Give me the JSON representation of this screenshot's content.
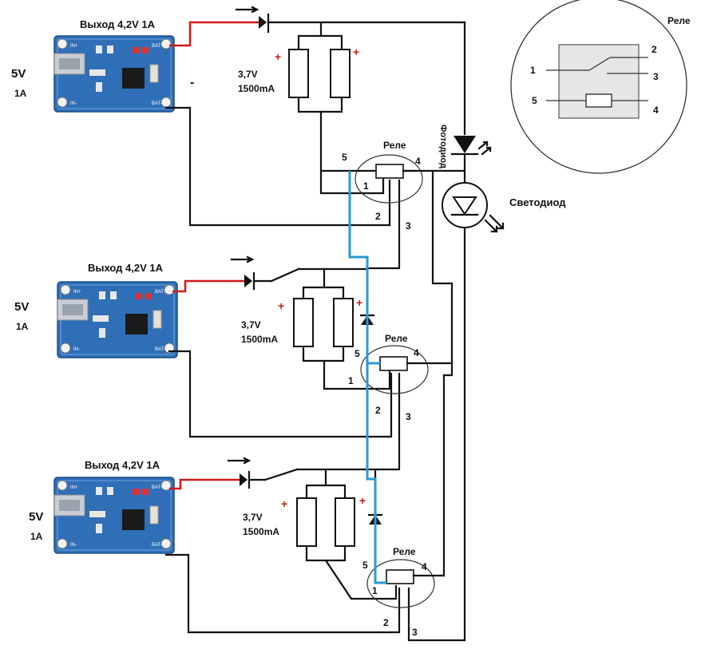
{
  "stages": [
    {
      "output_label": "Выход 4,2V 1A",
      "input_voltage": "5V",
      "input_current": "1A",
      "battery_voltage": "3,7V",
      "battery_capacity": "1500mA",
      "minus_sign": "-",
      "relay_title": "Реле",
      "pins": {
        "p1": "1",
        "p2": "2",
        "p3": "3",
        "p4": "4",
        "p5": "5"
      }
    },
    {
      "output_label": "Выход 4,2V 1A",
      "input_voltage": "5V",
      "input_current": "1A",
      "battery_voltage": "3,7V",
      "battery_capacity": "1500mA",
      "relay_title": "Реле",
      "pins": {
        "p1": "1",
        "p2": "2",
        "p3": "3",
        "p4": "4",
        "p5": "5"
      }
    },
    {
      "output_label": "Выход 4,2V 1A",
      "input_voltage": "5V",
      "input_current": "1A",
      "battery_voltage": "3,7V",
      "battery_capacity": "1500mA",
      "relay_title": "Реле",
      "pins": {
        "p1": "1",
        "p2": "2",
        "p3": "3",
        "p4": "4",
        "p5": "5"
      }
    }
  ],
  "plus_sign": "+",
  "photodiode_label": "Фотодиод",
  "led_label": "Светодиод",
  "relay_legend": {
    "title": "Реле",
    "pins": [
      "1",
      "2",
      "3",
      "4",
      "5"
    ]
  },
  "colors": {
    "charge_wire": "#d0191a",
    "control_wire": "#2a9ad9",
    "module_board": "#2f6fb8"
  }
}
